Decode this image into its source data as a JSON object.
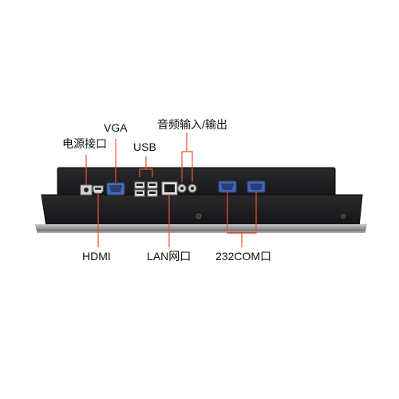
{
  "labels": {
    "power": "电源接口",
    "vga": "VGA",
    "usb": "USB",
    "audio": "音频输入/输出",
    "hdmi": "HDMI",
    "lan": "LAN网口",
    "com": "232COM口"
  },
  "colors": {
    "leader_line": "#e8552a",
    "panel_dark": "#1c1c1e",
    "bezel": "#9a9a9e",
    "vga_blue": "#3d5fa8",
    "com_blue": "#3a5ba0"
  },
  "icons": [
    "power-jack-icon",
    "hdmi-port-icon",
    "vga-port-icon",
    "usb-port-icon",
    "lan-port-icon",
    "audio-jack-icon",
    "com-port-icon",
    "mounting-screw-icon"
  ]
}
